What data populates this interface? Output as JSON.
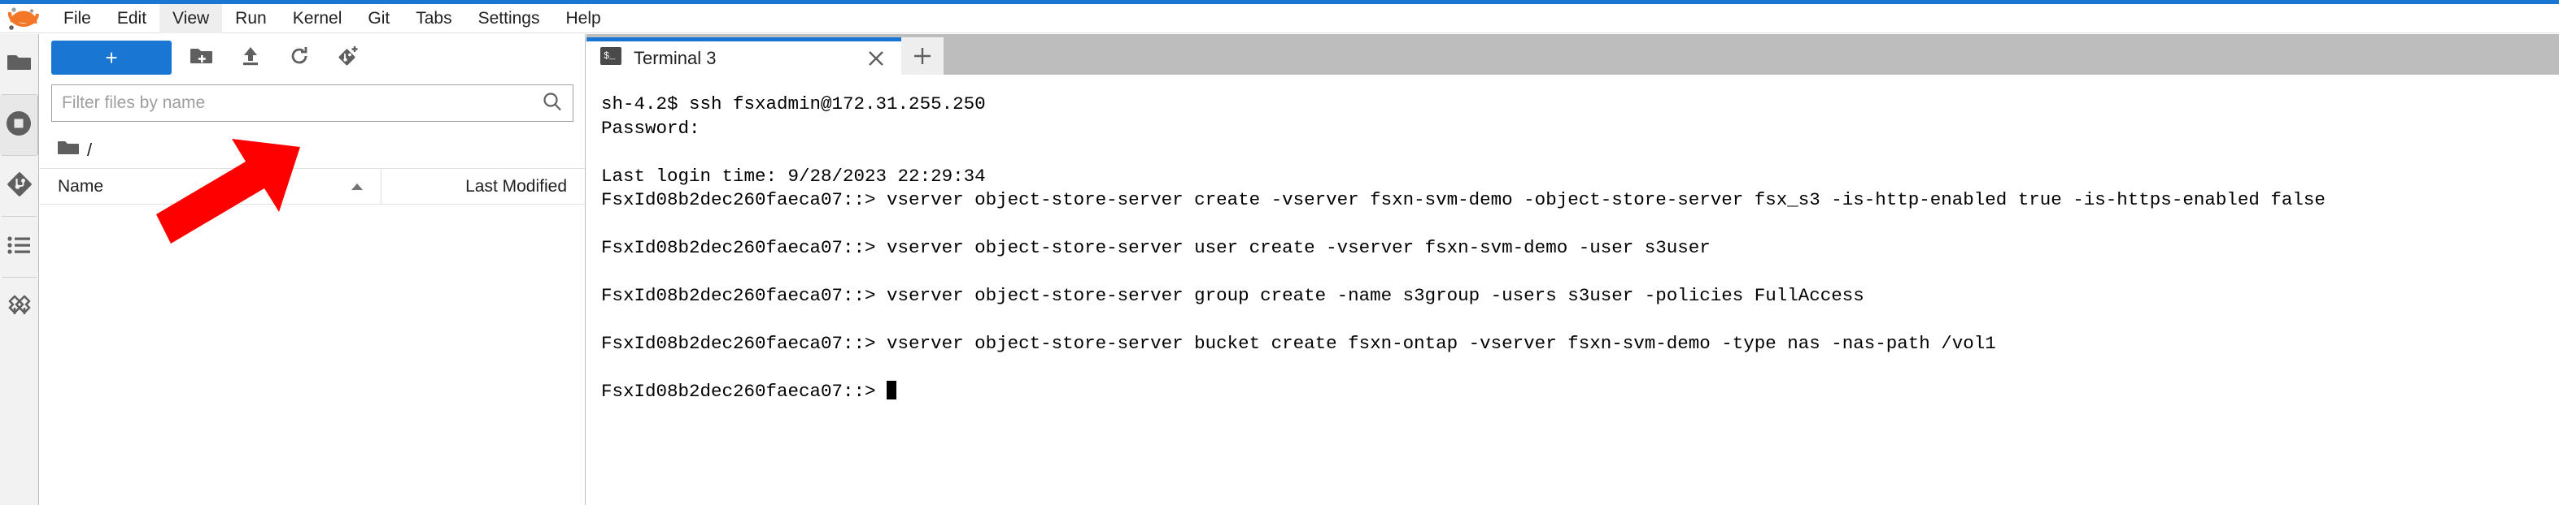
{
  "app": {
    "name": "JupyterLab",
    "accent_color": "#1976d2",
    "logo_color": "#f37726"
  },
  "menubar": {
    "items": [
      {
        "label": "File",
        "active": false
      },
      {
        "label": "Edit",
        "active": false
      },
      {
        "label": "View",
        "active": true
      },
      {
        "label": "Run",
        "active": false
      },
      {
        "label": "Kernel",
        "active": false
      },
      {
        "label": "Git",
        "active": false
      },
      {
        "label": "Tabs",
        "active": false
      },
      {
        "label": "Settings",
        "active": false
      },
      {
        "label": "Help",
        "active": false
      }
    ]
  },
  "sidebar_rail": {
    "items": [
      {
        "icon": "folder-icon",
        "name": "file-browser",
        "selected": false
      },
      {
        "icon": "running-kernels-icon",
        "name": "running-terminals",
        "selected": true
      },
      {
        "icon": "git-icon",
        "name": "git-panel",
        "selected": false
      },
      {
        "icon": "table-of-contents-icon",
        "name": "toc-panel",
        "selected": false
      },
      {
        "icon": "extension-puzzle-icon",
        "name": "extension-manager",
        "selected": false
      }
    ]
  },
  "file_browser": {
    "toolbar": {
      "new_launcher_label": "+",
      "buttons": [
        {
          "icon": "new-folder-icon",
          "name": "new-folder-button"
        },
        {
          "icon": "upload-icon",
          "name": "upload-files-button"
        },
        {
          "icon": "refresh-icon",
          "name": "refresh-file-list-button"
        },
        {
          "icon": "git-clone-icon",
          "name": "git-clone-button"
        }
      ]
    },
    "filter": {
      "value": "",
      "placeholder": "Filter files by name",
      "icon": "search-icon"
    },
    "breadcrumb": {
      "root_icon": "folder-icon",
      "path": "/"
    },
    "columns": [
      {
        "label": "Name",
        "sorted": "asc"
      },
      {
        "label": "Last Modified",
        "sorted": null
      }
    ],
    "rows": []
  },
  "annotation": {
    "type": "arrow",
    "color": "#ff0000",
    "direction": "points-up-right"
  },
  "dock": {
    "tabs": [
      {
        "label": "Terminal 3",
        "icon": "terminal-icon",
        "active": true,
        "close_icon": "close-icon"
      }
    ],
    "add_tab_label": "+"
  },
  "terminal": {
    "prompt": "FsxId08b2dec260faeca07::>",
    "lines": [
      "sh-4.2$ ssh fsxadmin@172.31.255.250",
      "Password:",
      "",
      "Last login time: 9/28/2023 22:29:34",
      "FsxId08b2dec260faeca07::> vserver object-store-server create -vserver fsxn-svm-demo -object-store-server fsx_s3 -is-http-enabled true -is-https-enabled false",
      "",
      "FsxId08b2dec260faeca07::> vserver object-store-server user create -vserver fsxn-svm-demo -user s3user",
      "",
      "FsxId08b2dec260faeca07::> vserver object-store-server group create -name s3group -users s3user -policies FullAccess",
      "",
      "FsxId08b2dec260faeca07::> vserver object-store-server bucket create fsxn-ontap -vserver fsxn-svm-demo -type nas -nas-path /vol1",
      ""
    ],
    "last_prompt": "FsxId08b2dec260faeca07::>",
    "cursor": "block"
  }
}
